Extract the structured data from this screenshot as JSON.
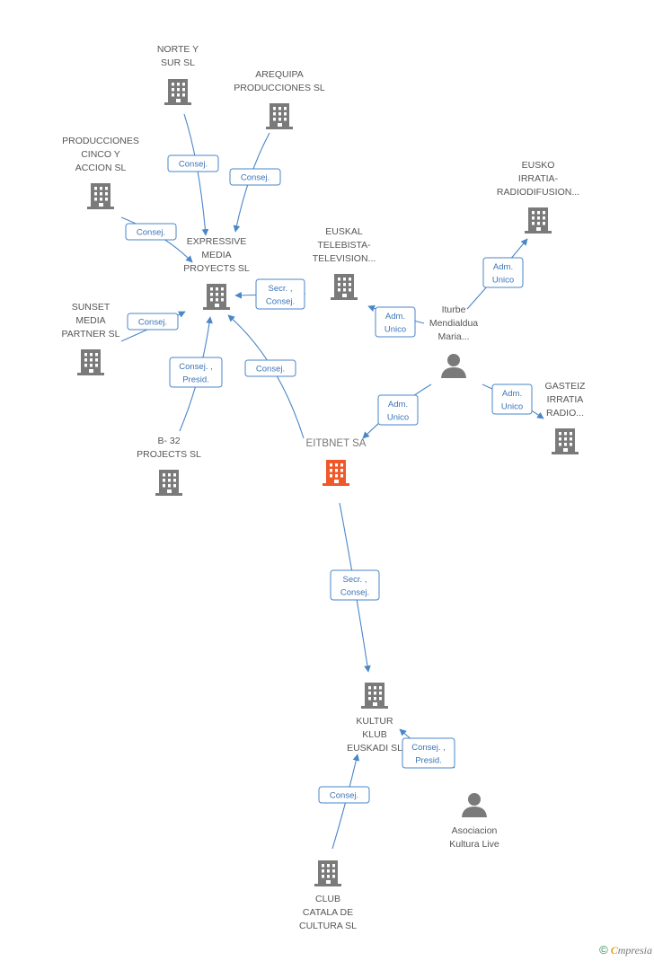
{
  "colors": {
    "node": "#7a7a7a",
    "focus": "#f0582a",
    "edge": "#4a86c8"
  },
  "nodes": [
    {
      "id": "norte",
      "type": "company",
      "label": [
        "NORTE Y",
        "SUR  SL"
      ]
    },
    {
      "id": "arequipa",
      "type": "company",
      "label": [
        "AREQUIPA",
        "PRODUCCIONES SL"
      ]
    },
    {
      "id": "producciones",
      "type": "company",
      "label": [
        "PRODUCCIONES",
        "CINCO Y",
        "ACCION  SL"
      ]
    },
    {
      "id": "expressive",
      "type": "company",
      "label": [
        "EXPRESSIVE",
        "MEDIA",
        "PROYECTS SL"
      ]
    },
    {
      "id": "sunset",
      "type": "company",
      "label": [
        "SUNSET",
        "MEDIA",
        "PARTNER  SL"
      ]
    },
    {
      "id": "euskal",
      "type": "company",
      "label": [
        "EUSKAL",
        "TELEBISTA-",
        "TELEVISION..."
      ]
    },
    {
      "id": "eusko",
      "type": "company",
      "label": [
        "EUSKO",
        "IRRATIA-",
        "RADIODIFUSION..."
      ]
    },
    {
      "id": "iturbe",
      "type": "person",
      "label": [
        "Iturbe",
        "Mendialdua",
        "Maria..."
      ]
    },
    {
      "id": "gasteiz",
      "type": "company",
      "label": [
        "GASTEIZ",
        "IRRATIA",
        "RADIO..."
      ]
    },
    {
      "id": "b32",
      "type": "company",
      "label": [
        "B- 32",
        "PROJECTS SL"
      ]
    },
    {
      "id": "eitbnet",
      "type": "focus",
      "label": [
        "EITBNET SA"
      ]
    },
    {
      "id": "kultur",
      "type": "company",
      "label": [
        "KULTUR",
        "KLUB",
        "EUSKADI SL"
      ]
    },
    {
      "id": "asociacion",
      "type": "person",
      "label": [
        "Asociacion",
        "Kultura Live"
      ]
    },
    {
      "id": "club",
      "type": "company",
      "label": [
        "CLUB",
        "CATALA DE",
        "CULTURA SL"
      ]
    }
  ],
  "edges": [
    {
      "id": "e1",
      "from": "norte",
      "to": "expressive",
      "label": [
        "Consej."
      ]
    },
    {
      "id": "e2",
      "from": "arequipa",
      "to": "expressive",
      "label": [
        "Consej."
      ]
    },
    {
      "id": "e3",
      "from": "producciones",
      "to": "expressive",
      "label": [
        "Consej."
      ]
    },
    {
      "id": "e4",
      "from": "sunset",
      "to": "expressive",
      "label": [
        "Consej."
      ]
    },
    {
      "id": "e5",
      "from": "euskal",
      "to": "expressive",
      "label": [
        "Secr. ,",
        "Consej."
      ]
    },
    {
      "id": "e6",
      "from": "b32",
      "to": "expressive",
      "label": [
        "Consej. ,",
        "Presid."
      ]
    },
    {
      "id": "e7",
      "from": "eitbnet",
      "to": "expressive",
      "label": [
        "Consej."
      ]
    },
    {
      "id": "e8",
      "from": "iturbe",
      "to": "euskal",
      "label": [
        "Adm.",
        "Unico"
      ]
    },
    {
      "id": "e9",
      "from": "iturbe",
      "to": "eusko",
      "label": [
        "Adm.",
        "Unico"
      ]
    },
    {
      "id": "e10",
      "from": "iturbe",
      "to": "gasteiz",
      "label": [
        "Adm.",
        "Unico"
      ]
    },
    {
      "id": "e11",
      "from": "iturbe",
      "to": "eitbnet",
      "label": [
        "Adm.",
        "Unico"
      ]
    },
    {
      "id": "e12",
      "from": "eitbnet",
      "to": "kultur",
      "label": [
        "Secr. ,",
        "Consej."
      ]
    },
    {
      "id": "e13",
      "from": "asociacion",
      "to": "kultur",
      "label": [
        "Consej. ,",
        "Presid."
      ]
    },
    {
      "id": "e14",
      "from": "club",
      "to": "kultur",
      "label": [
        "Consej."
      ]
    }
  ],
  "brand": {
    "copyright": "©",
    "first": "C",
    "rest": "mpresia"
  }
}
